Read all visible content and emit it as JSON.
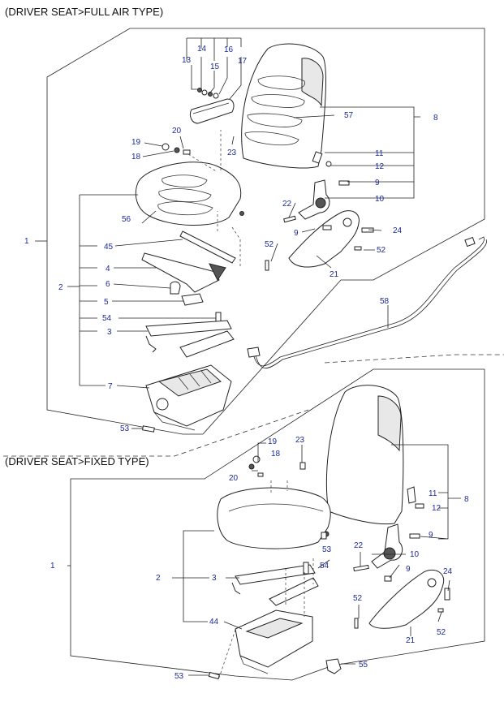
{
  "sections": {
    "full_air": {
      "title": "(DRIVER SEAT>FULL AIR TYPE)"
    },
    "fixed": {
      "title": "(DRIVER SEAT>FIXED TYPE)"
    }
  },
  "callouts_full_air": [
    "1",
    "2",
    "3",
    "4",
    "5",
    "6",
    "7",
    "8",
    "9",
    "10",
    "11",
    "12",
    "13",
    "14",
    "15",
    "16",
    "17",
    "18",
    "19",
    "20",
    "21",
    "22",
    "23",
    "24",
    "45",
    "52",
    "52",
    "53",
    "54",
    "56",
    "57",
    "58"
  ],
  "callouts_fixed": [
    "1",
    "2",
    "3",
    "8",
    "9",
    "10",
    "11",
    "12",
    "18",
    "19",
    "20",
    "21",
    "22",
    "23",
    "24",
    "44",
    "52",
    "52",
    "53",
    "53",
    "54",
    "55"
  ]
}
